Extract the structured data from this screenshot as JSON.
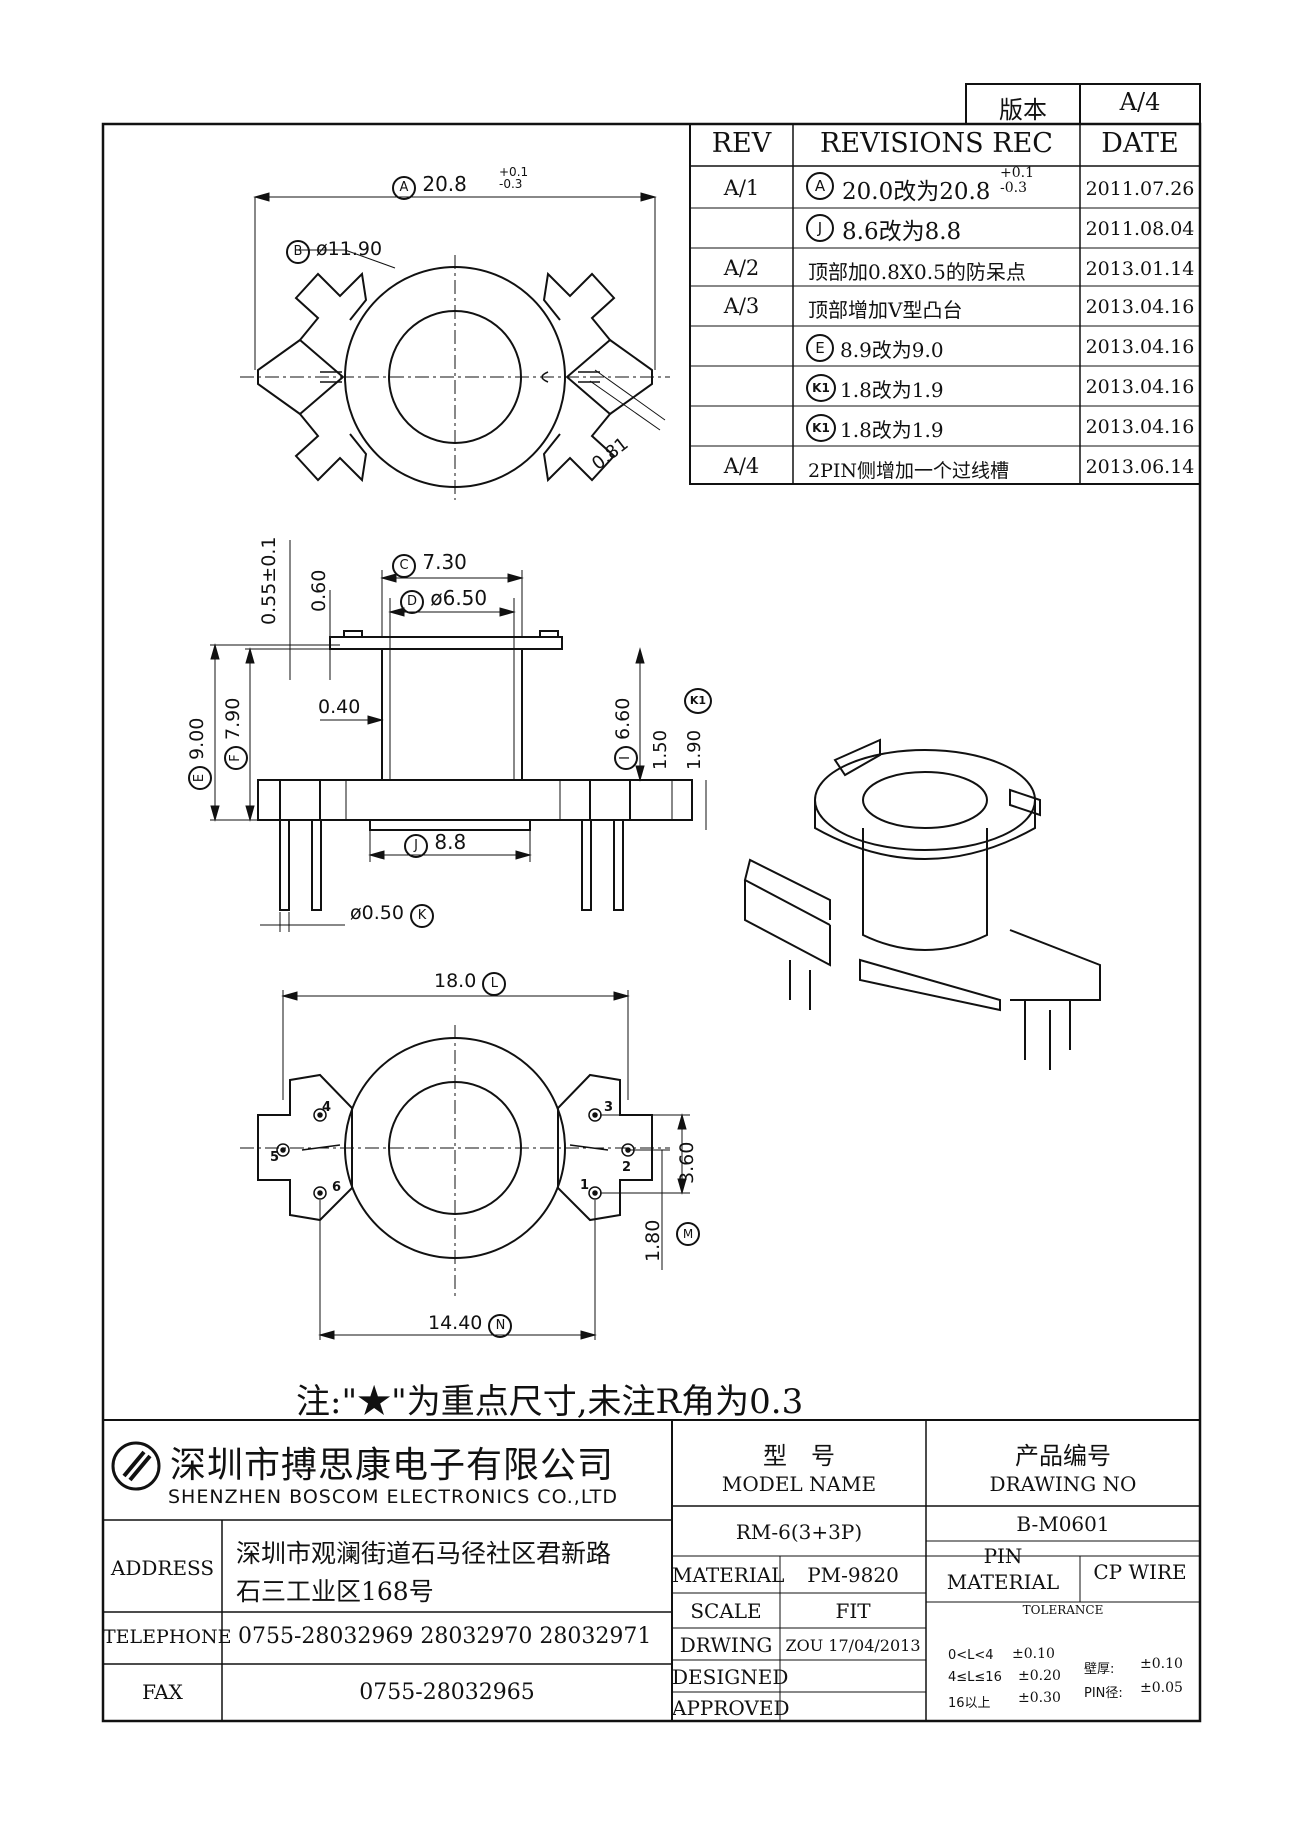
{
  "version_box": {
    "label": "版本",
    "value": "A/4"
  },
  "revisions": {
    "headers": {
      "rev": "REV",
      "rec": "REVISIONS REC",
      "date": "DATE"
    },
    "rows": [
      {
        "rev": "A/1",
        "mark": "A",
        "text": "20.0改为20.8",
        "tol_hi": "+0.1",
        "tol_lo": "-0.3",
        "date": "2011.07.26"
      },
      {
        "rev": "",
        "mark": "J",
        "text": "8.6改为8.8",
        "date": "2011.08.04"
      },
      {
        "rev": "A/2",
        "mark": "",
        "text": "顶部加0.8X0.5的防呆点",
        "date": "2013.01.14"
      },
      {
        "rev": "A/3",
        "mark": "",
        "text": "顶部增加V型凸台",
        "date": "2013.04.16"
      },
      {
        "rev": "",
        "mark": "E",
        "text": "8.9改为9.0",
        "date": "2013.04.16"
      },
      {
        "rev": "",
        "mark": "K1",
        "text": "1.8改为1.9",
        "date": "2013.04.16"
      },
      {
        "rev": "",
        "mark": "K1",
        "text": "1.8改为1.9",
        "date": "2013.04.16"
      },
      {
        "rev": "A/4",
        "mark": "",
        "text": "2PIN侧增加一个过线槽",
        "date": "2013.06.14"
      }
    ]
  },
  "dims": {
    "top_width": "20.8",
    "top_width_mark": "A",
    "top_tol_hi": "+0.1",
    "top_tol_lo": "-0.3",
    "top_dia": "ø11.90",
    "top_dia_mark": "B",
    "slot": "0.81",
    "flange_w": "7.30",
    "flange_w_mark": "C",
    "bore": "ø6.50",
    "bore_mark": "D",
    "h055": "0.55±0.1",
    "h060": "0.60",
    "h900": "9.00",
    "h900_mark": "E",
    "h790": "7.90",
    "h790_mark": "F",
    "wall": "0.40",
    "h660": "6.60",
    "h660_mark": "I",
    "h150": "1.50",
    "h190": "1.90",
    "h190_mark": "K1",
    "base_w": "8.8",
    "base_w_mark": "J",
    "pin_dia": "ø0.50",
    "pin_dia_mark": "K",
    "bot_w": "18.0",
    "bot_w_mark": "L",
    "pin_span": "3.60",
    "pin_span2": "1.80",
    "pin_span2_mark": "M",
    "pin_row": "14.40",
    "pin_row_mark": "N",
    "pins": [
      "1",
      "2",
      "3",
      "4",
      "5",
      "6"
    ]
  },
  "note": "注:\"★\"为重点尺寸,未注R角为0.3",
  "company": {
    "cn": "深圳市搏思康电子有限公司",
    "en": "SHENZHEN BOSCOM ELECTRONICS CO.,LTD"
  },
  "model": {
    "cn": "型　号",
    "en": "MODEL NAME",
    "value": "RM-6(3+3P)"
  },
  "drawing": {
    "cn": "产品编号",
    "en": "DRAWING NO",
    "value": "B-M0601"
  },
  "address": {
    "label": "ADDRESS",
    "line1": "深圳市观澜街道石马径社区君新路",
    "line2": "石三工业区168号"
  },
  "telephone": {
    "label": "TELEPHONE",
    "value": "0755-28032969 28032970 28032971"
  },
  "fax": {
    "label": "FAX",
    "value": "0755-28032965"
  },
  "material": {
    "label": "MATERIAL",
    "value": "PM-9820"
  },
  "scale": {
    "label": "SCALE",
    "value": "FIT"
  },
  "drwing": {
    "label": "DRWING",
    "value": "ZOU 17/04/2013"
  },
  "designed": {
    "label": "DESIGNED"
  },
  "approved": {
    "label": "APPROVED"
  },
  "pin_material": {
    "label1": "PIN",
    "label2": "MATERIAL",
    "value": "CP WIRE"
  },
  "tolerance": {
    "label": "TOLERANCE",
    "rows": [
      {
        "range": "0<L<4",
        "tol": "±0.10"
      },
      {
        "range": "4≤L≤16",
        "tol": "±0.20"
      },
      {
        "range": "16以上",
        "tol": "±0.30"
      }
    ],
    "wall_label": "壁厚:",
    "wall_tol": "±0.10",
    "pin_label": "PIN径:",
    "pin_tol": "±0.05"
  }
}
